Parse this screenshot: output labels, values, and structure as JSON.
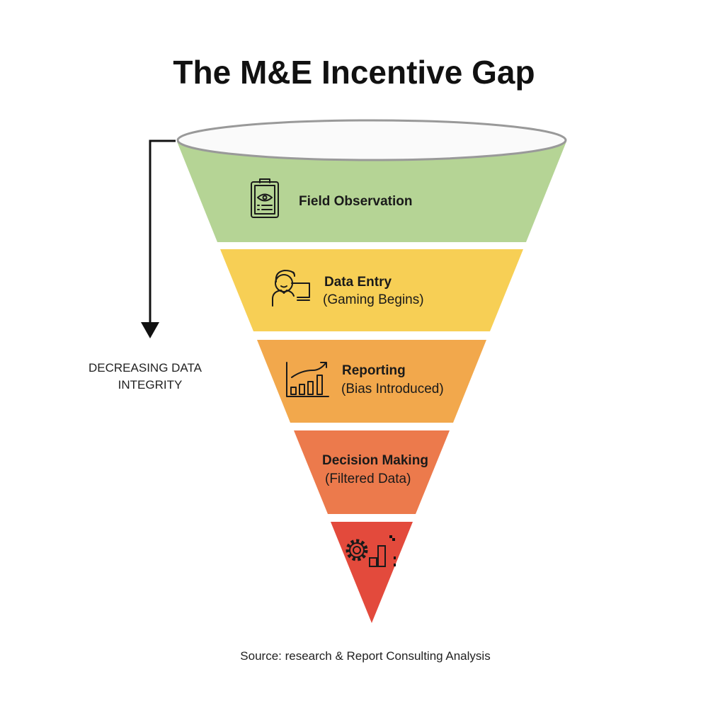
{
  "title": "The M&E Incentive Gap",
  "side_label": {
    "line1": "DECREASING DATA",
    "line2": "INTEGRITY"
  },
  "stages": [
    {
      "name": "Field Observation",
      "sub": "",
      "icon": "clipboard-eye-icon",
      "color": "#b5d495"
    },
    {
      "name": "Data Entry",
      "sub": "(Gaming Begins)",
      "icon": "person-computer-icon",
      "color": "#f7cf55"
    },
    {
      "name": "Reporting",
      "sub": "(Bias Introduced)",
      "icon": "bar-chart-growth-icon",
      "color": "#f2a84c"
    },
    {
      "name": "Decision Making",
      "sub": "(Filtered Data)",
      "icon": "",
      "color": "#ec7a4c"
    },
    {
      "name": "",
      "sub": "",
      "icon": "gear-chart-icon",
      "color": "#e34a3c"
    }
  ],
  "source": "Source: research & Report Consulting Analysis"
}
